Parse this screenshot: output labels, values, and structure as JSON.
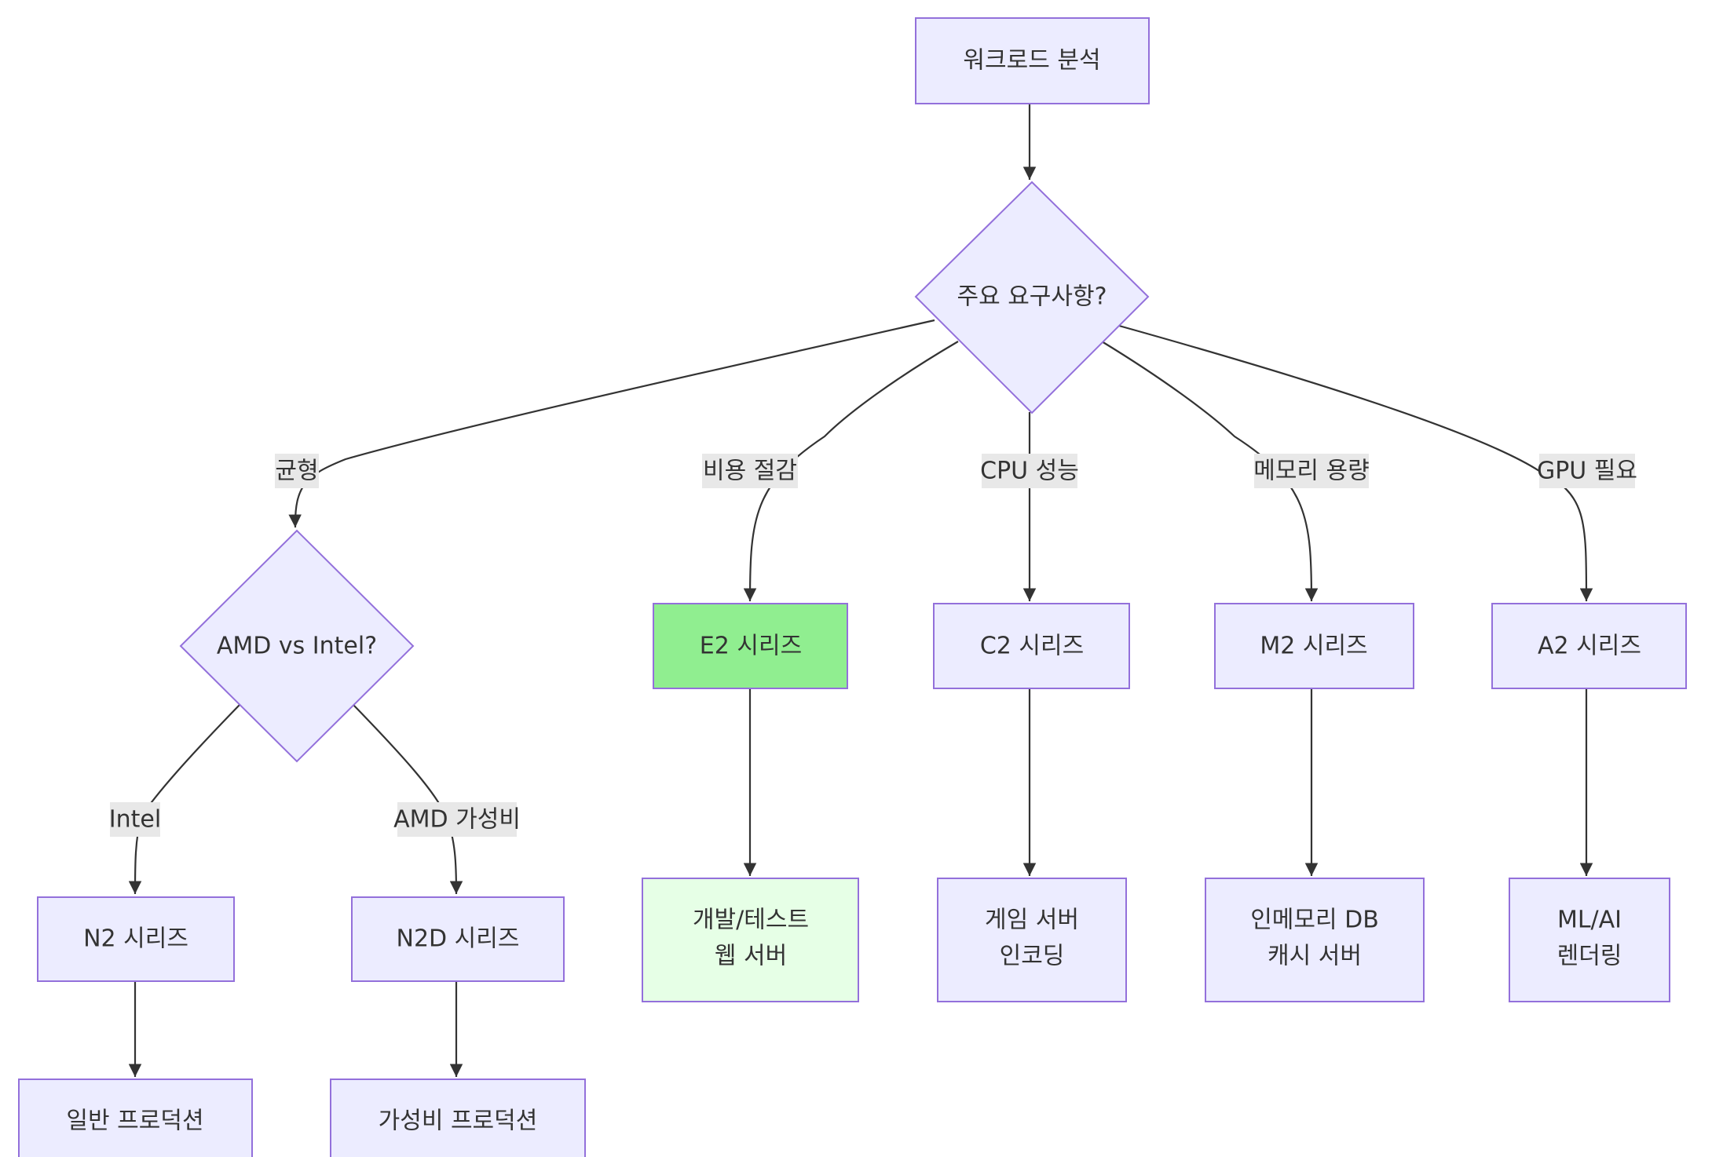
{
  "colors": {
    "node_fill": "#ECECFF",
    "node_stroke": "#9370DB",
    "edge": "#333333",
    "label_bg": "#E8E8E8",
    "e2_fill": "#90EE90",
    "devtest_fill": "#E6FFE6",
    "text": "#333333"
  },
  "nodes": {
    "workload": {
      "lines": [
        "워크로드 분석"
      ]
    },
    "requirement": {
      "lines": [
        "주요 요구사항?"
      ]
    },
    "amd_intel": {
      "lines": [
        "AMD vs Intel?"
      ]
    },
    "e2": {
      "lines": [
        "E2 시리즈"
      ]
    },
    "c2": {
      "lines": [
        "C2 시리즈"
      ]
    },
    "m2": {
      "lines": [
        "M2 시리즈"
      ]
    },
    "a2": {
      "lines": [
        "A2 시리즈"
      ]
    },
    "n2": {
      "lines": [
        "N2 시리즈"
      ]
    },
    "n2d": {
      "lines": [
        "N2D 시리즈"
      ]
    },
    "devtest": {
      "lines": [
        "개발/테스트",
        "웹 서버"
      ]
    },
    "game": {
      "lines": [
        "게임 서버",
        "인코딩"
      ]
    },
    "inmem": {
      "lines": [
        "인메모리 DB",
        "캐시 서버"
      ]
    },
    "mlai": {
      "lines": [
        "ML/AI",
        "렌더링"
      ]
    },
    "general": {
      "lines": [
        "일반 프로덕션"
      ]
    },
    "costprod": {
      "lines": [
        "가성비 프로덕션"
      ]
    }
  },
  "edges": {
    "balance": "균형",
    "cost": "비용 절감",
    "cpu": "CPU 성능",
    "memory": "메모리 용량",
    "gpu": "GPU 필요",
    "intel": "Intel",
    "amd": "AMD 가성비"
  }
}
